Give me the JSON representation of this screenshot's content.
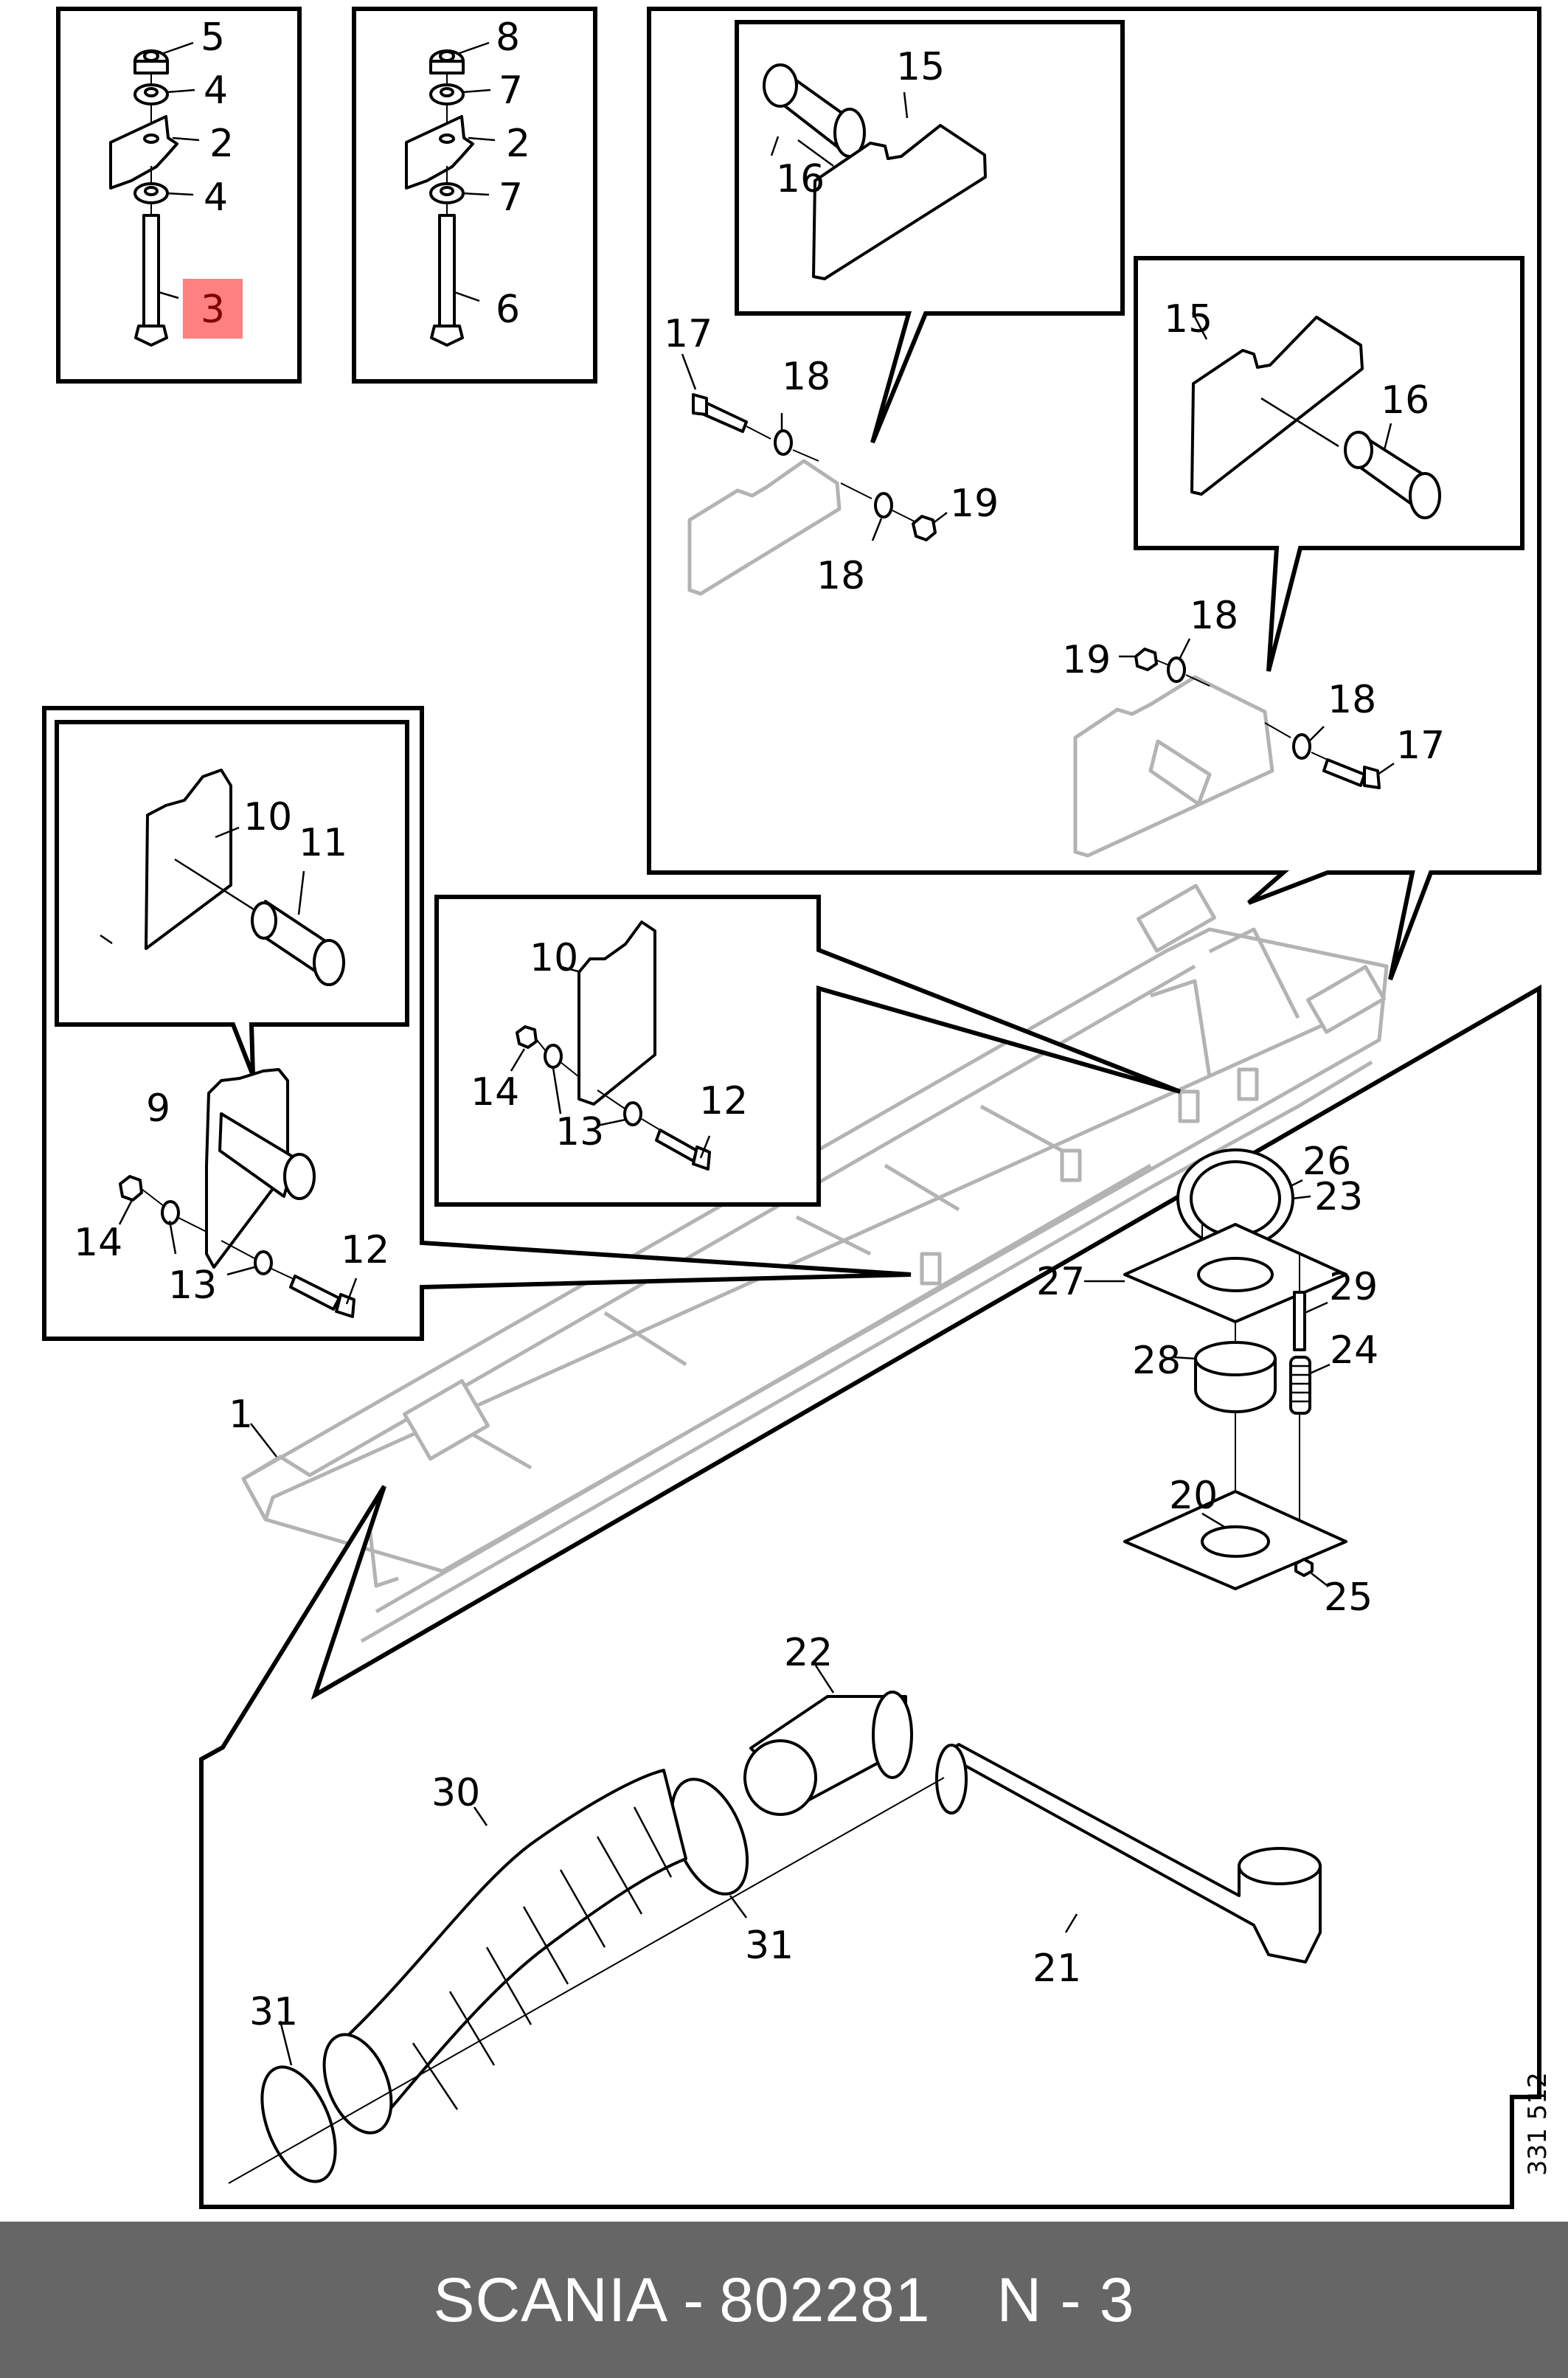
{
  "diagram": {
    "title": "Exhaust / chassis mounting parts diagram",
    "reference_number": "331 512",
    "highlighted_part": "3",
    "highlight_color": "#ff8080",
    "highlight_text_color": "#800000",
    "callouts": {
      "c5": "5",
      "c4a": "4",
      "c2a": "2",
      "c4b": "4",
      "c3": "3",
      "c8": "8",
      "c7a": "7",
      "c2b": "2",
      "c7b": "7",
      "c6": "6",
      "c15a": "15",
      "c16a": "16",
      "c17a": "17",
      "c18a": "18",
      "c18b": "18",
      "c19a": "19",
      "c15b": "15",
      "c16b": "16",
      "c19b": "19",
      "c18c": "18",
      "c18d": "18",
      "c17b": "17",
      "c10a": "10",
      "c11": "11",
      "c9": "9",
      "c14a": "14",
      "c13a": "13",
      "c12a": "12",
      "c10b": "10",
      "c14b": "14",
      "c13b": "13",
      "c12b": "12",
      "c1": "1",
      "c26": "26",
      "c23": "23",
      "c27": "27",
      "c29": "29",
      "c28": "28",
      "c24": "24",
      "c20": "20",
      "c25": "25",
      "c22": "22",
      "c21": "21",
      "c30": "30",
      "c31a": "31",
      "c31b": "31"
    }
  },
  "footer": {
    "brand": "SCANIA",
    "separator": "-",
    "part_number": "802281",
    "quantity_label": "N - 3"
  }
}
